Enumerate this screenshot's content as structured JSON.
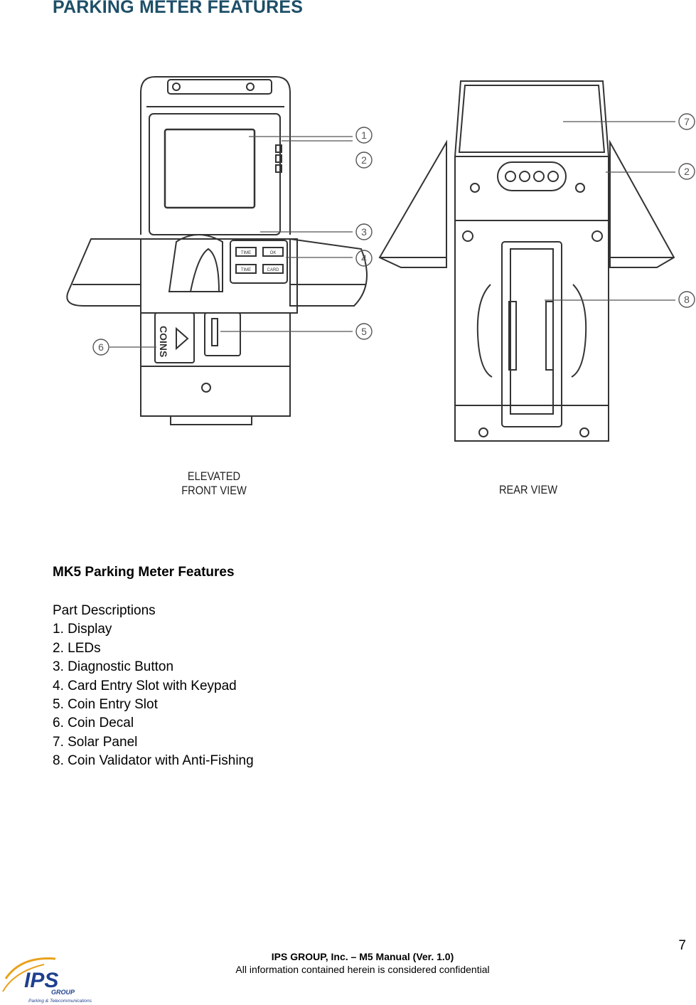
{
  "header": {
    "title": "PARKING METER FEATURES"
  },
  "figure": {
    "views": {
      "front": [
        "ELEVATED",
        "FRONT VIEW"
      ],
      "rear": "REAR VIEW"
    },
    "callouts": [
      "1",
      "2",
      "3",
      "4",
      "5",
      "6",
      "7",
      "2",
      "8"
    ],
    "coin_decal_text": "COINS",
    "keypad_labels": [
      "TIME",
      "OK",
      "TIME",
      "CARD"
    ]
  },
  "section": {
    "heading": "MK5 Parking Meter Features",
    "parts_heading": "Part Descriptions",
    "parts": [
      "1. Display",
      "2. LEDs",
      "3. Diagnostic Button",
      "4. Card Entry Slot with Keypad",
      "5. Coin Entry Slot",
      "6. Coin Decal",
      "7. Solar Panel",
      "8. Coin Validator with Anti-Fishing"
    ]
  },
  "footer": {
    "company": "IPS GROUP, Inc. – M5 Manual (Ver. 1.0)",
    "confidential": "All information contained herein is considered confidential",
    "page_number": "7"
  },
  "logo": {
    "name": "IPS",
    "sub": "GROUP",
    "tagline": "Parking & Telecommunications",
    "colors": {
      "primary": "#1f3f8f",
      "accent": "#e8a21c"
    }
  },
  "colors": {
    "title": "#1d4f68",
    "line_art": "#333333"
  }
}
